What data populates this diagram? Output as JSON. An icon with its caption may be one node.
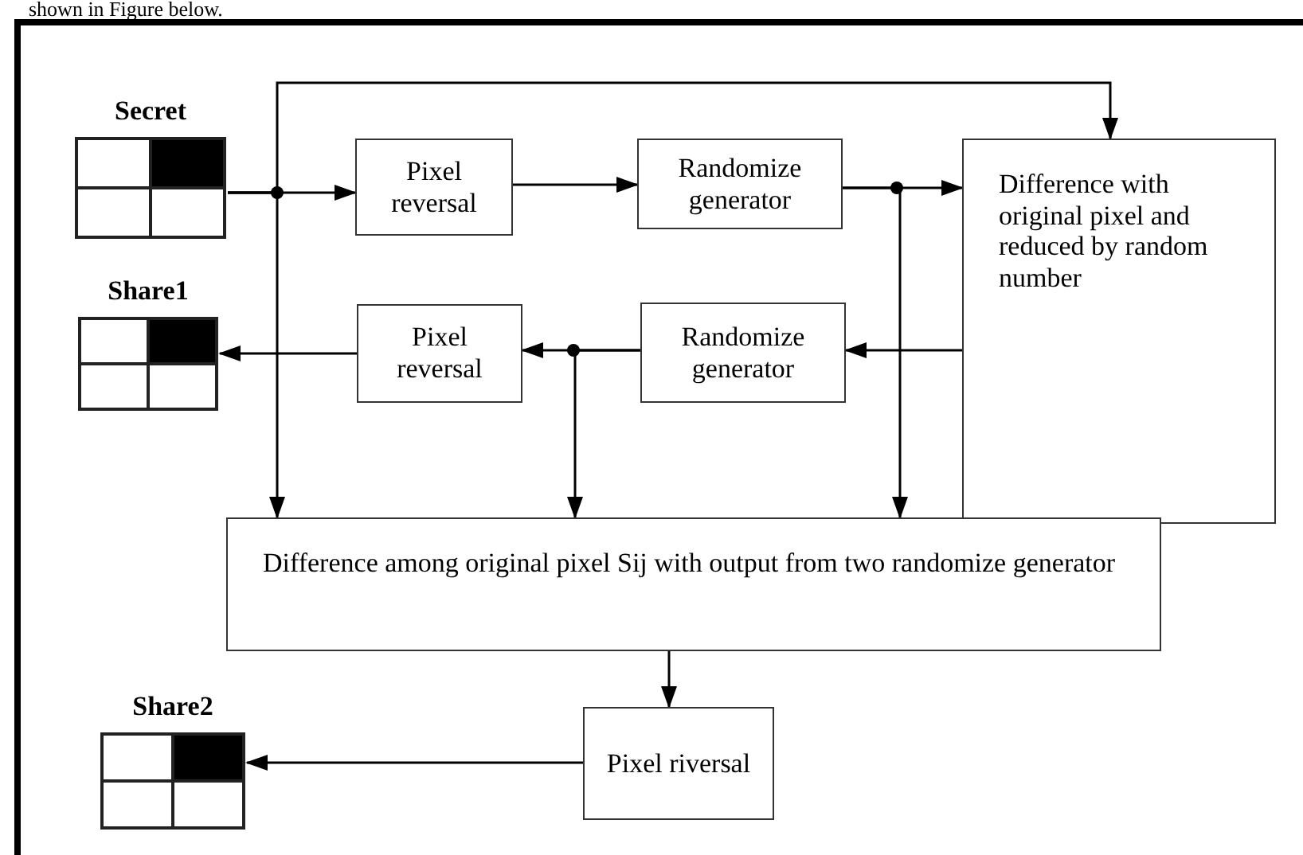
{
  "diagram": {
    "nodes": [
      {
        "text": [
          "Secret"
        ]
      },
      {
        "text": [
          "Pixel reversal"
        ]
      },
      {
        "text": [
          "Randomize generator"
        ]
      },
      {
        "text": [
          "Difference with original pixel and reduced by random number"
        ]
      },
      {
        "text": [
          "Share1"
        ]
      },
      {
        "text": [
          "Pixel reversal"
        ]
      },
      {
        "text": [
          "Randomize generator"
        ]
      },
      {
        "text": [
          "Difference among original pixel Sij with output from two randomize generator"
        ]
      },
      {
        "text": [
          "Share2"
        ]
      },
      {
        "text": [
          "Pixel riversal"
        ]
      }
    ],
    "edges": [
      {
        "from": 0,
        "to": 1,
        "arrow": "to"
      },
      {
        "from": 0,
        "to": 3,
        "arrow": "to"
      },
      {
        "from": 0,
        "to": 7,
        "arrow": "to"
      },
      {
        "from": 1,
        "to": 2,
        "arrow": "to"
      },
      {
        "from": 2,
        "to": 3,
        "arrow": "to"
      },
      {
        "from": 2,
        "to": 7,
        "arrow": "to"
      },
      {
        "from": 3,
        "to": 6,
        "arrow": "to"
      },
      {
        "from": 6,
        "to": 5,
        "arrow": "to"
      },
      {
        "from": 6,
        "to": 7,
        "arrow": "to"
      },
      {
        "from": 5,
        "to": 4,
        "arrow": "to"
      },
      {
        "from": 7,
        "to": 9,
        "arrow": "to"
      },
      {
        "from": 9,
        "to": 8,
        "arrow": "to"
      }
    ],
    "labels": [
      "shown in Figure below."
    ]
  }
}
